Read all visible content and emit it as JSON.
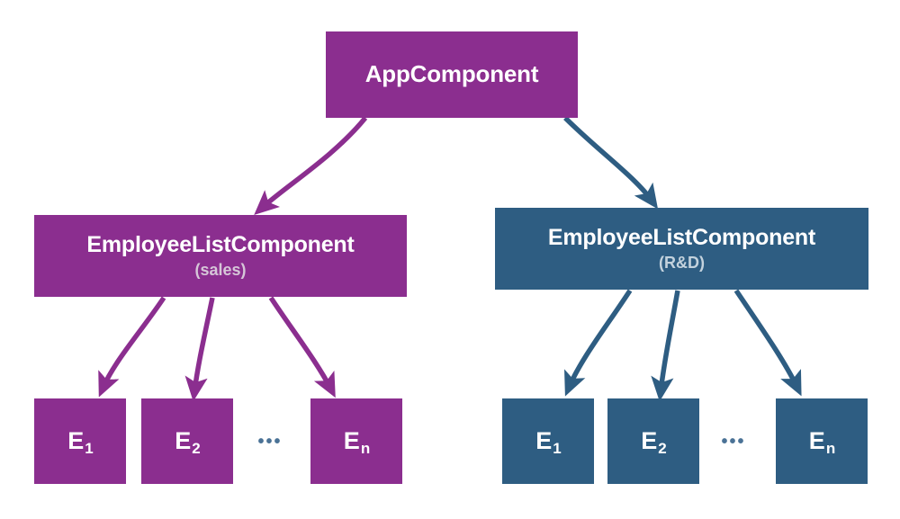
{
  "diagram": {
    "title_semantic": "angular-component-tree",
    "colors": {
      "purple": "#8B2E8F",
      "blue": "#2E5D82",
      "purple_subtitle": "#D6C6D8",
      "blue_subtitle": "#C3D2DD",
      "ellipsis": "#4A7296",
      "node_text": "#FFFFFF",
      "background": "#FFFFFF"
    },
    "root": {
      "label": "AppComponent"
    },
    "branches": [
      {
        "id": "sales",
        "label": "EmployeeListComponent",
        "subtitle": "(sales)",
        "color": "#8B2E8F",
        "leaves": [
          {
            "base": "E",
            "sub": "1"
          },
          {
            "base": "E",
            "sub": "2"
          },
          {
            "base": "E",
            "sub": "n"
          }
        ],
        "ellipsis": "•••"
      },
      {
        "id": "rnd",
        "label": "EmployeeListComponent",
        "subtitle": "(R&D)",
        "color": "#2E5D82",
        "leaves": [
          {
            "base": "E",
            "sub": "1"
          },
          {
            "base": "E",
            "sub": "2"
          },
          {
            "base": "E",
            "sub": "n"
          }
        ],
        "ellipsis": "•••"
      }
    ]
  }
}
